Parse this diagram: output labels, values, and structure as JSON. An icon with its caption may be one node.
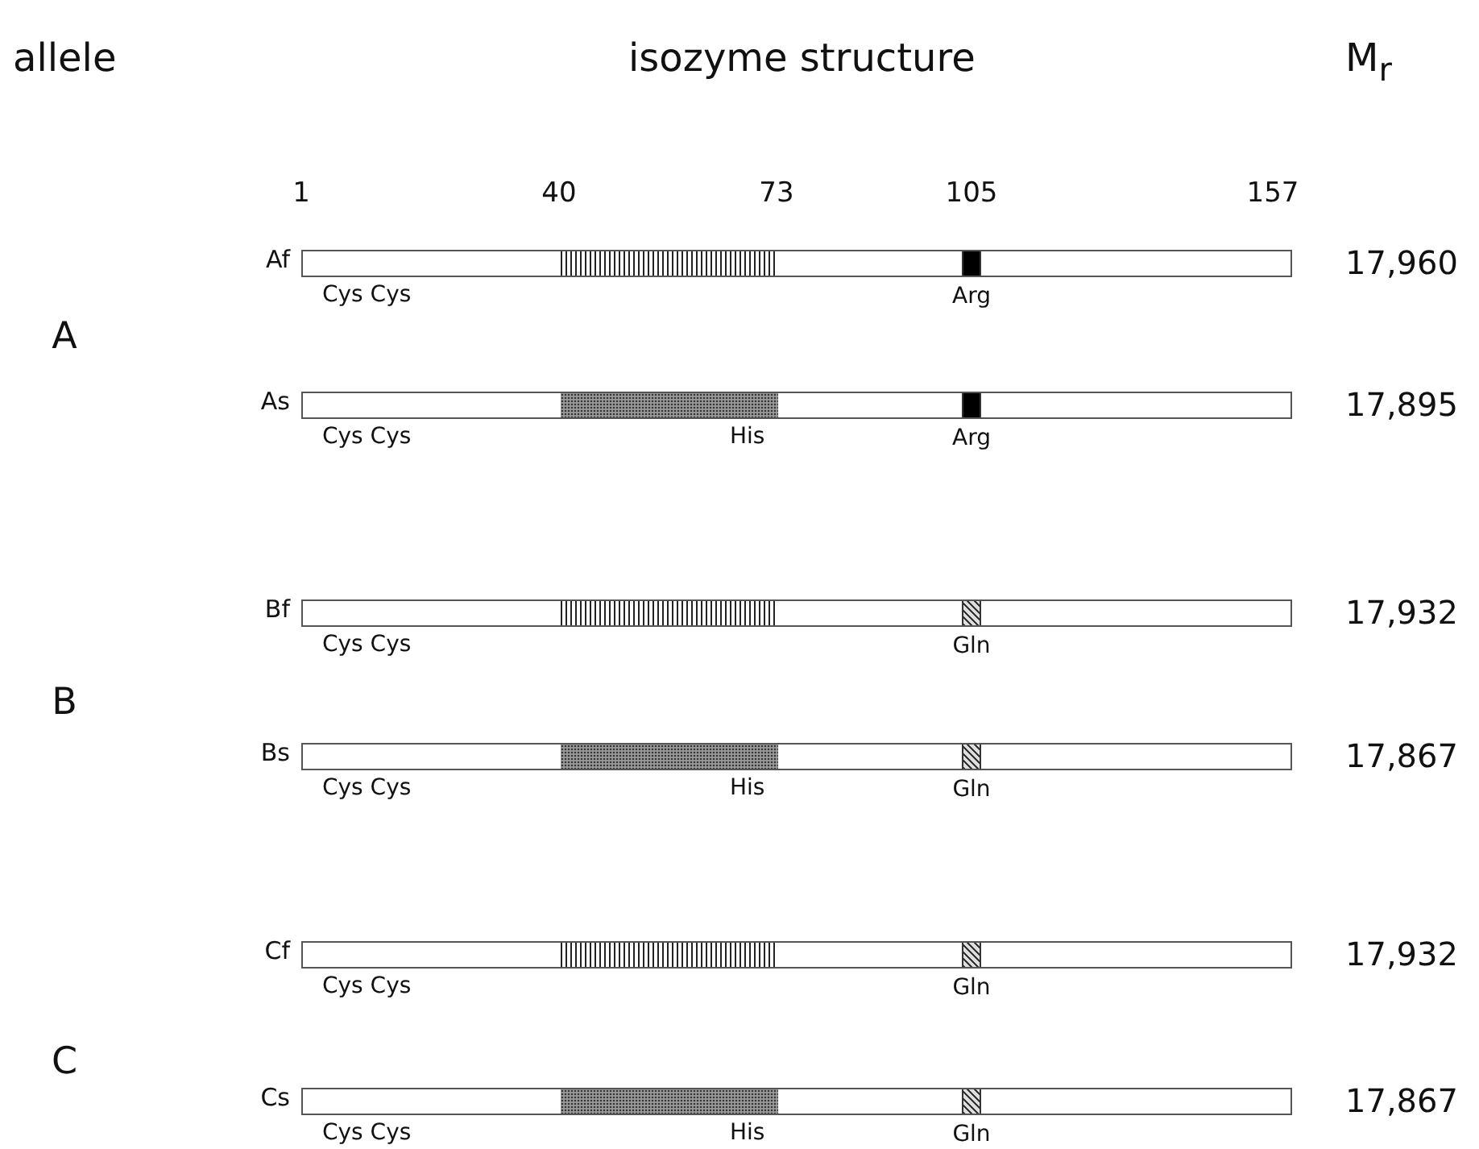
{
  "diagram": {
    "nodes": [
      {
        "text": [],
        "shape": "bar",
        "beside": [
          "Af",
          "Cys Cys",
          "Arg",
          "17,960"
        ]
      },
      {
        "text": [],
        "shape": "bar",
        "beside": [
          "As",
          "Cys Cys",
          "His",
          "Arg",
          "17,895"
        ]
      },
      {
        "text": [],
        "shape": "bar",
        "beside": [
          "Bf",
          "Cys Cys",
          "Gln",
          "17,932"
        ]
      },
      {
        "text": [],
        "shape": "bar",
        "beside": [
          "Bs",
          "Cys Cys",
          "His",
          "Gln",
          "17,867"
        ]
      },
      {
        "text": [],
        "shape": "bar",
        "beside": [
          "Cf",
          "Cys Cys",
          "Gln",
          "17,932"
        ]
      },
      {
        "text": [],
        "shape": "bar",
        "beside": [
          "Cs",
          "Cys Cys",
          "His",
          "Gln",
          "17,867"
        ]
      }
    ],
    "labels": [
      "allele",
      "isozyme structure",
      "M$_{r}$",
      "1",
      "40",
      "73",
      "105",
      "157",
      "A",
      "B",
      "C"
    ]
  }
}
